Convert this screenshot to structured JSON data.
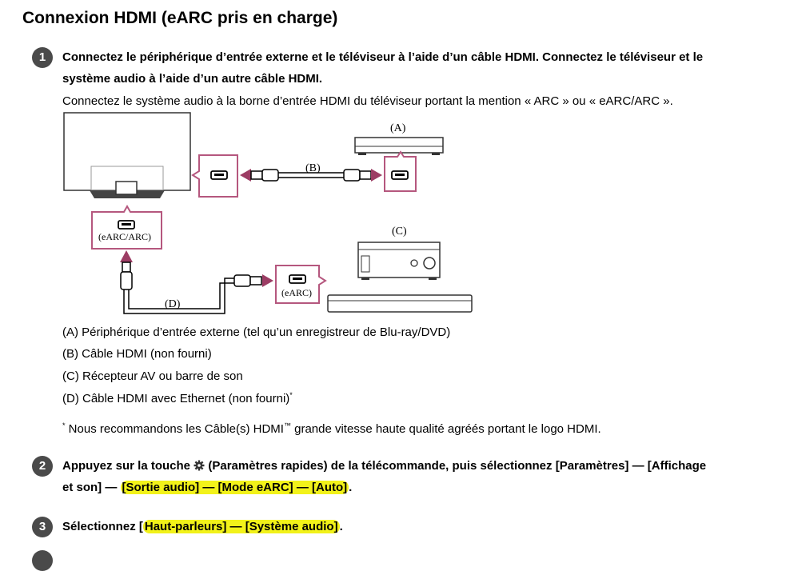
{
  "title": "Connexion HDMI (eARC pris en charge)",
  "step1": {
    "number": "1",
    "bold_line1": "Connectez le périphérique d’entrée externe et le téléviseur à l’aide d’un câble HDMI. Connectez le téléviseur et le",
    "bold_line2": "système audio à l’aide d’un autre câble HDMI.",
    "note": "Connectez le système audio à la borne d’entrée HDMI du téléviseur portant la mention « ARC » ou « eARC/ARC »."
  },
  "diagram": {
    "label_a": "(A)",
    "label_b": "(B)",
    "label_c": "(C)",
    "label_d": "(D)",
    "tv_port_label": "(eARC/ARC)",
    "receiver_port_label": "(eARC)"
  },
  "legend": {
    "a": "(A) Périphérique d’entrée externe (tel qu’un enregistreur de Blu-ray/DVD)",
    "b": "(B) Câble HDMI (non fourni)",
    "c": "(C) Récepteur AV ou barre de son",
    "d": "(D) Câble HDMI avec Ethernet (non fourni)",
    "d_mark": "*"
  },
  "footnote": {
    "mark": "*",
    "text_before": " Nous recommandons les Câble(s) HDMI",
    "tm": "™",
    "text_after": " grande vitesse haute qualité agréés portant le logo HDMI."
  },
  "step2": {
    "number": "2",
    "part1": "Appuyez sur la touche",
    "part2": " (Paramètres rapides) de la télécommande, puis sélectionnez [Paramètres] — [Affichage",
    "line2_start": "et son] — ",
    "line2_highlight": "[Sortie audio] — [Mode eARC] — [Auto]",
    "line2_end": "."
  },
  "step3": {
    "number": "3",
    "start": "Sélectionnez [",
    "highlight": "Haut-parleurs] — [Système audio]",
    "end": "."
  }
}
